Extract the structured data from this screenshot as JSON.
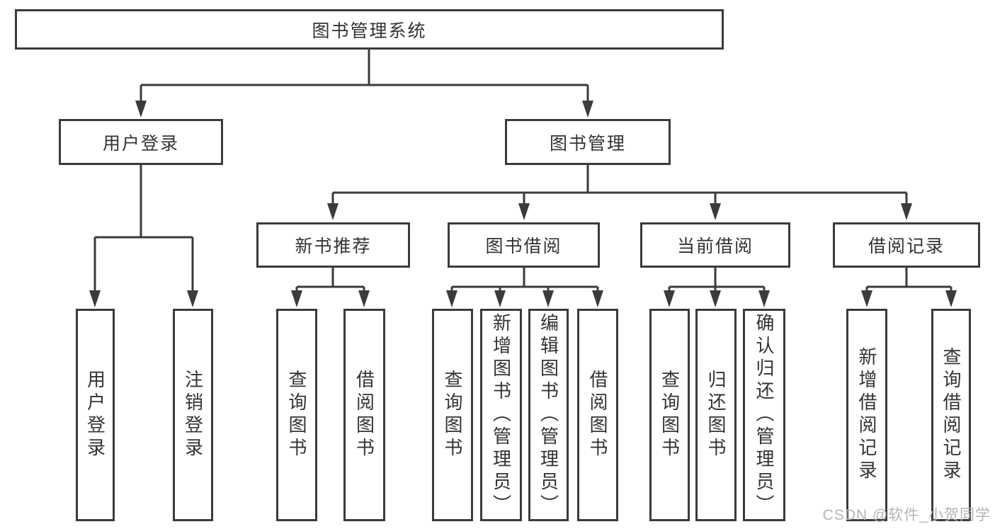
{
  "diagram": {
    "type": "hierarchy-tree",
    "title": "图书管理系统",
    "watermark": "CSDN @软件_小贺同学",
    "colors": {
      "line": "#3b3b3b",
      "box_border": "#3b3b3b",
      "text": "#333333",
      "watermark": "#b5b5b5",
      "background": "#ffffff"
    },
    "nodes": {
      "root": {
        "label": "图书管理系统"
      },
      "user_login": {
        "label": "用户登录"
      },
      "book_mgmt": {
        "label": "图书管理"
      },
      "new_book_rec": {
        "label": "新书推荐"
      },
      "book_borrow": {
        "label": "图书借阅"
      },
      "current_borrow": {
        "label": "当前借阅"
      },
      "borrow_record": {
        "label": "借阅记录"
      },
      "ul_login": {
        "label": "用户登录"
      },
      "ul_logout": {
        "label": "注销登录"
      },
      "nb_query": {
        "label": "查询图书"
      },
      "nb_borrow": {
        "label": "借阅图书"
      },
      "bb_query": {
        "label": "查询图书"
      },
      "bb_add": {
        "label": "新增图书（管理员）"
      },
      "bb_edit": {
        "label": "编辑图书（管理员）"
      },
      "bb_borrow": {
        "label": "借阅图书"
      },
      "cb_query": {
        "label": "查询图书"
      },
      "cb_return": {
        "label": "归还图书"
      },
      "cb_confirm": {
        "label": "确认归还（管理员）"
      },
      "br_add": {
        "label": "新增借阅记录"
      },
      "br_query": {
        "label": "查询借阅记录"
      }
    },
    "hierarchy": {
      "root": [
        "user_login",
        "book_mgmt"
      ],
      "user_login": [
        "ul_login",
        "ul_logout"
      ],
      "book_mgmt": [
        "new_book_rec",
        "book_borrow",
        "current_borrow",
        "borrow_record"
      ],
      "new_book_rec": [
        "nb_query",
        "nb_borrow"
      ],
      "book_borrow": [
        "bb_query",
        "bb_add",
        "bb_edit",
        "bb_borrow"
      ],
      "current_borrow": [
        "cb_query",
        "cb_return",
        "cb_confirm"
      ],
      "borrow_record": [
        "br_add",
        "br_query"
      ]
    }
  }
}
